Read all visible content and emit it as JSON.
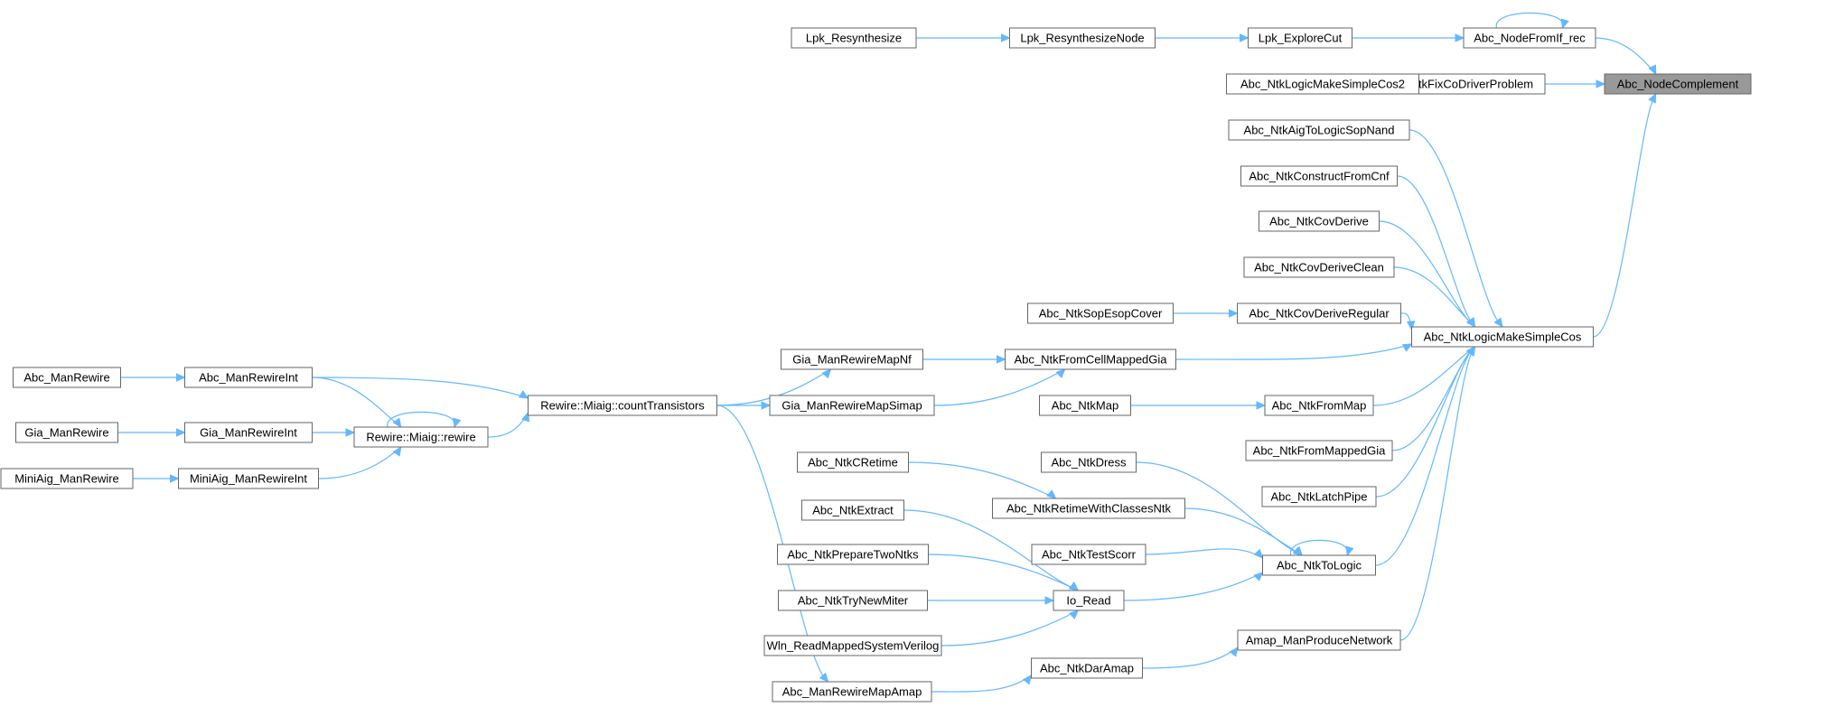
{
  "graph": {
    "nodes": [
      {
        "id": "anc",
        "label": "Abc_NodeComplement",
        "highlight": true
      },
      {
        "id": "anfi",
        "label": "Abc_NodeFromIf_rec"
      },
      {
        "id": "anfcd",
        "label": "Abc_NtkFixCoDriverProblem"
      },
      {
        "id": "anlmsc",
        "label": "Abc_NtkLogicMakeSimpleCos"
      },
      {
        "id": "lec",
        "label": "Lpk_ExploreCut"
      },
      {
        "id": "lrn",
        "label": "Lpk_ResynthesizeNode"
      },
      {
        "id": "lr",
        "label": "Lpk_Resynthesize"
      },
      {
        "id": "anlmsc2",
        "label": "Abc_NtkLogicMakeSimpleCos2"
      },
      {
        "id": "anatlsn",
        "label": "Abc_NtkAigToLogicSopNand"
      },
      {
        "id": "ancfc",
        "label": "Abc_NtkConstructFromCnf"
      },
      {
        "id": "ancd",
        "label": "Abc_NtkCovDerive"
      },
      {
        "id": "ancdc",
        "label": "Abc_NtkCovDeriveClean"
      },
      {
        "id": "ancdr",
        "label": "Abc_NtkCovDeriveRegular"
      },
      {
        "id": "ansec",
        "label": "Abc_NtkSopEsopCover"
      },
      {
        "id": "anfcmg",
        "label": "Abc_NtkFromCellMappedGia"
      },
      {
        "id": "gmrmn",
        "label": "Gia_ManRewireMapNf"
      },
      {
        "id": "gmrms",
        "label": "Gia_ManRewireMapSimap"
      },
      {
        "id": "rmct",
        "label": "Rewire::Miaig::countTransistors"
      },
      {
        "id": "amri",
        "label": "Abc_ManRewireInt"
      },
      {
        "id": "amr",
        "label": "Abc_ManRewire"
      },
      {
        "id": "rmr",
        "label": "Rewire::Miaig::rewire"
      },
      {
        "id": "gmri",
        "label": "Gia_ManRewireInt"
      },
      {
        "id": "gmr",
        "label": "Gia_ManRewire"
      },
      {
        "id": "mamri",
        "label": "MiniAig_ManRewireInt"
      },
      {
        "id": "mamr",
        "label": "MiniAig_ManRewire"
      },
      {
        "id": "anfm",
        "label": "Abc_NtkFromMap"
      },
      {
        "id": "anm",
        "label": "Abc_NtkMap"
      },
      {
        "id": "anfmg",
        "label": "Abc_NtkFromMappedGia"
      },
      {
        "id": "anlp",
        "label": "Abc_NtkLatchPipe"
      },
      {
        "id": "antl",
        "label": "Abc_NtkToLogic"
      },
      {
        "id": "andr",
        "label": "Abc_NtkDress"
      },
      {
        "id": "anrwcn",
        "label": "Abc_NtkRetimeWithClassesNtk"
      },
      {
        "id": "ancr",
        "label": "Abc_NtkCRetime"
      },
      {
        "id": "ants",
        "label": "Abc_NtkTestScorr"
      },
      {
        "id": "ior",
        "label": "Io_Read"
      },
      {
        "id": "ane",
        "label": "Abc_NtkExtract"
      },
      {
        "id": "anptn",
        "label": "Abc_NtkPrepareTwoNtks"
      },
      {
        "id": "antnm",
        "label": "Abc_NtkTryNewMiter"
      },
      {
        "id": "wrmsv",
        "label": "Wln_ReadMappedSystemVerilog"
      },
      {
        "id": "ampn",
        "label": "Amap_ManProduceNetwork"
      },
      {
        "id": "anda",
        "label": "Abc_NtkDarAmap"
      },
      {
        "id": "amrma",
        "label": "Abc_ManRewireMapAmap"
      }
    ],
    "edges": [
      [
        "anfi",
        "anc"
      ],
      [
        "anfcd",
        "anc"
      ],
      [
        "anlmsc",
        "anc"
      ],
      [
        "anfi",
        "anfi"
      ],
      [
        "lec",
        "anfi"
      ],
      [
        "lrn",
        "lec"
      ],
      [
        "lr",
        "lrn"
      ],
      [
        "anlmsc2",
        "anfcd"
      ],
      [
        "anatlsn",
        "anlmsc"
      ],
      [
        "ancfc",
        "anlmsc"
      ],
      [
        "ancd",
        "anlmsc"
      ],
      [
        "ancdc",
        "anlmsc"
      ],
      [
        "ancdr",
        "anlmsc"
      ],
      [
        "anfcmg",
        "anlmsc"
      ],
      [
        "anfm",
        "anlmsc"
      ],
      [
        "anfmg",
        "anlmsc"
      ],
      [
        "anlp",
        "anlmsc"
      ],
      [
        "antl",
        "anlmsc"
      ],
      [
        "ampn",
        "anlmsc"
      ],
      [
        "ansec",
        "ancdr"
      ],
      [
        "gmrmn",
        "anfcmg"
      ],
      [
        "gmrms",
        "anfcmg"
      ],
      [
        "rmct",
        "gmrmn"
      ],
      [
        "rmct",
        "gmrms"
      ],
      [
        "rmct",
        "amrma"
      ],
      [
        "amri",
        "rmct"
      ],
      [
        "rmr",
        "rmct"
      ],
      [
        "amr",
        "amri"
      ],
      [
        "amri",
        "rmr"
      ],
      [
        "rmr",
        "rmr"
      ],
      [
        "gmri",
        "rmr"
      ],
      [
        "gmr",
        "gmri"
      ],
      [
        "mamri",
        "rmr"
      ],
      [
        "mamr",
        "mamri"
      ],
      [
        "anm",
        "anfm"
      ],
      [
        "antl",
        "antl"
      ],
      [
        "andr",
        "antl"
      ],
      [
        "anrwcn",
        "antl"
      ],
      [
        "ants",
        "antl"
      ],
      [
        "ior",
        "antl"
      ],
      [
        "ancr",
        "anrwcn"
      ],
      [
        "ane",
        "ior"
      ],
      [
        "anptn",
        "ior"
      ],
      [
        "antnm",
        "ior"
      ],
      [
        "wrmsv",
        "ior"
      ],
      [
        "anda",
        "ampn"
      ],
      [
        "amrma",
        "anda"
      ]
    ]
  }
}
